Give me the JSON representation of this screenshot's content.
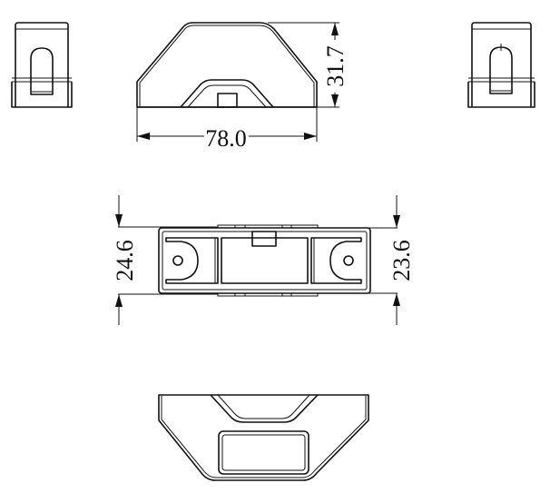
{
  "drawing": {
    "views": [
      {
        "name": "left-side-view"
      },
      {
        "name": "front-view"
      },
      {
        "name": "right-side-view"
      },
      {
        "name": "top-view"
      },
      {
        "name": "bottom-view"
      }
    ],
    "dimensions": {
      "overall_length": "78.0",
      "height": "31.7",
      "width_left": "24.6",
      "width_right": "23.6"
    },
    "line_color": "#111111",
    "background": "#ffffff"
  }
}
